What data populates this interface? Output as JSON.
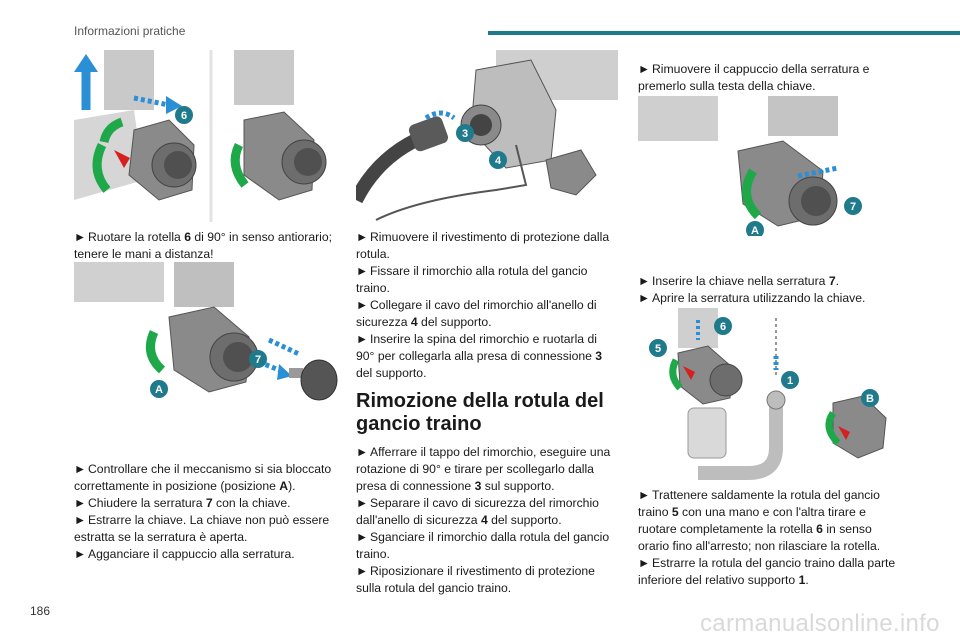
{
  "header": {
    "title": "Informazioni pratiche"
  },
  "page_number": "186",
  "watermark": "carmanualsonline.info",
  "bullet": "►",
  "figures": {
    "fig1": {
      "badge": "6"
    },
    "fig2": {
      "badges": [
        "7",
        "A"
      ]
    },
    "fig3": {
      "badges": [
        "3",
        "4"
      ]
    },
    "fig4": {
      "badges": [
        "7",
        "A"
      ]
    },
    "fig5": {
      "badges": [
        "6",
        "5",
        "1",
        "B"
      ]
    }
  },
  "col1": {
    "p1": {
      "a": "Ruotare la rotella ",
      "b": "6",
      "c": " di 90° in senso antiorario; tenere le mani a distanza!"
    },
    "p2": {
      "a": "Controllare che il meccanismo si sia bloccato correttamente in posizione (posizione ",
      "b": "A",
      "c": ")."
    },
    "p3": {
      "a": "Chiudere la serratura ",
      "b": "7",
      "c": " con la chiave."
    },
    "p4": {
      "a": "Estrarre la chiave. La chiave non può essere estratta se la serratura è aperta."
    },
    "p5": {
      "a": "Agganciare il cappuccio alla serratura."
    }
  },
  "col2": {
    "p1": {
      "a": "Rimuovere il rivestimento di protezione dalla rotula."
    },
    "p2": {
      "a": "Fissare il rimorchio alla rotula del gancio traino."
    },
    "p3": {
      "a": "Collegare il cavo del rimorchio all'anello di sicurezza ",
      "b": "4",
      "c": " del supporto."
    },
    "p4": {
      "a": "Inserire la spina del rimorchio e ruotarla di 90° per collegarla alla presa di connessione ",
      "b": "3",
      "c": " del supporto."
    },
    "heading": "Rimozione della rotula del gancio traino",
    "p5": {
      "a": "Afferrare il tappo del rimorchio, eseguire una rotazione di 90° e tirare per scollegarlo dalla presa di connessione ",
      "b": "3",
      "c": " sul supporto."
    },
    "p6": {
      "a": "Separare il cavo di sicurezza del rimorchio dall'anello di sicurezza ",
      "b": "4",
      "c": " del supporto."
    },
    "p7": {
      "a": "Sganciare il rimorchio dalla rotula del gancio traino."
    },
    "p8": {
      "a": "Riposizionare il rivestimento di protezione sulla rotula del gancio traino."
    }
  },
  "col3": {
    "p1": {
      "a": "Rimuovere il cappuccio della serratura e premerlo sulla testa della chiave."
    },
    "p2": {
      "a": "Inserire la chiave nella serratura ",
      "b": "7",
      "c": "."
    },
    "p3": {
      "a": "Aprire la serratura utilizzando la chiave."
    },
    "p4": {
      "a": "Trattenere saldamente la rotula del gancio traino ",
      "b": "5",
      "c": " con una mano e con l'altra tirare e ruotare completamente la rotella ",
      "d": "6",
      "e": " in senso orario fino all'arresto; non rilasciare la rotella."
    },
    "p5": {
      "a": "Estrarre la rotula del gancio traino dalla parte inferiore del relativo supporto ",
      "b": "1",
      "c": "."
    }
  }
}
